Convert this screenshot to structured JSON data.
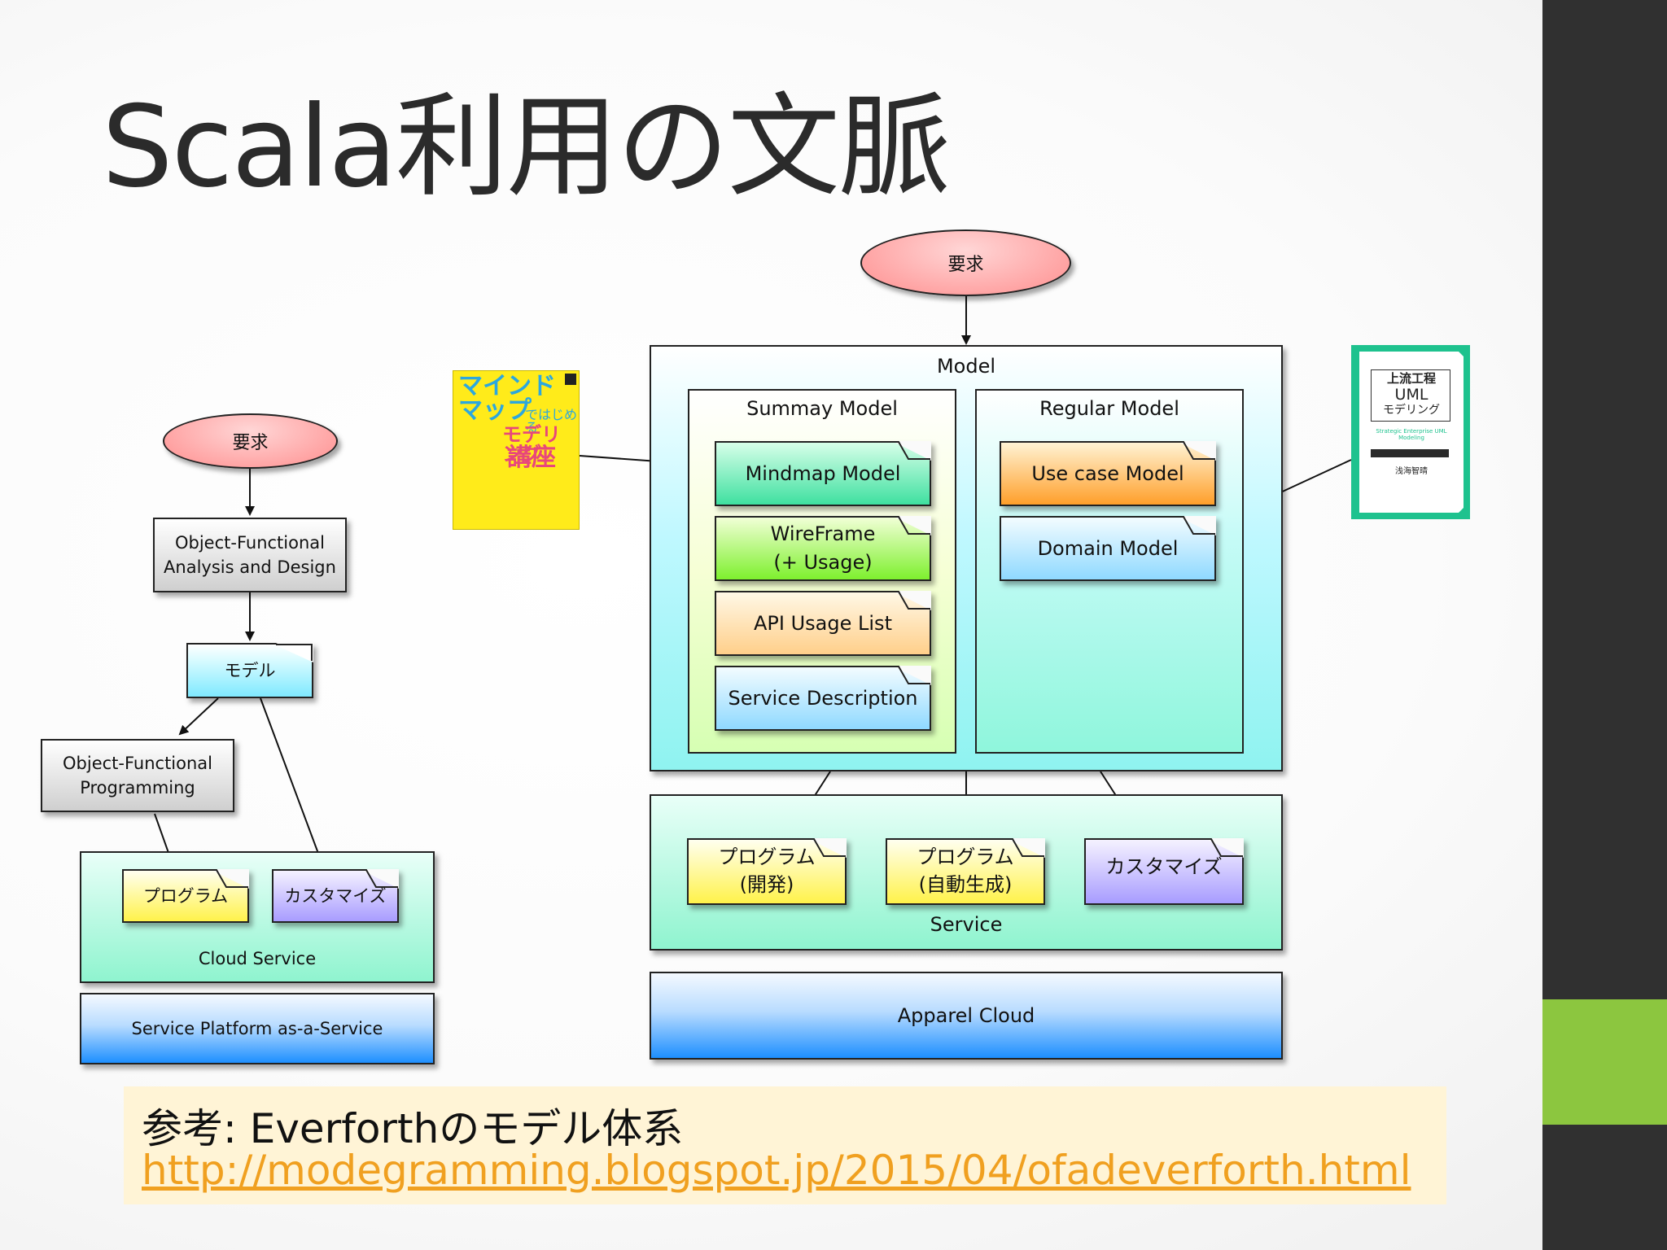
{
  "slide": {
    "title": "Scala利用の文脈"
  },
  "left_diagram": {
    "requirement": "要求",
    "ofad": "Object-Functional\nAnalysis and Design",
    "model": "モデル",
    "ofp": "Object-Functional\nProgramming",
    "program": "プログラム",
    "customize": "カスタマイズ",
    "cloud_service": "Cloud Service",
    "spaas": "Service Platform as-a-Service"
  },
  "right_diagram": {
    "requirement": "要求",
    "model": "Model",
    "summary_model": "Summay Model",
    "regular_model": "Regular Model",
    "mindmap_model": "Mindmap Model",
    "wireframe": "WireFrame\n(+ Usage)",
    "api_usage": "API Usage List",
    "service_description": "Service Description",
    "usecase_model": "Use case Model",
    "domain_model": "Domain Model",
    "program_dev": "プログラム\n(開発)",
    "program_auto": "プログラム\n(自動生成)",
    "customize": "カスタマイズ",
    "service": "Service",
    "apparel_cloud": "Apparel Cloud"
  },
  "books": {
    "mindmap": {
      "title_line1": "マインド",
      "title_line2": "マップ",
      "title_line3": "ではじめる",
      "title_line4": "モデリング",
      "title_line5": "講座"
    },
    "uml": {
      "title_line1": "上流工程",
      "title_line2": "UML",
      "title_line3": "モデリング",
      "subtitle": "Strategic Enterprise UML Modeling",
      "author": "浅海智晴"
    }
  },
  "reference": {
    "title": "参考: Everforthのモデル体系",
    "link": "http://modegramming.blogspot.jp/2015/04/ofadeverforth.html"
  },
  "colors": {
    "sidebar": "#303030",
    "accent": "#8cc63f",
    "reference_bg": "#fff4d6",
    "link": "#f0a020"
  }
}
